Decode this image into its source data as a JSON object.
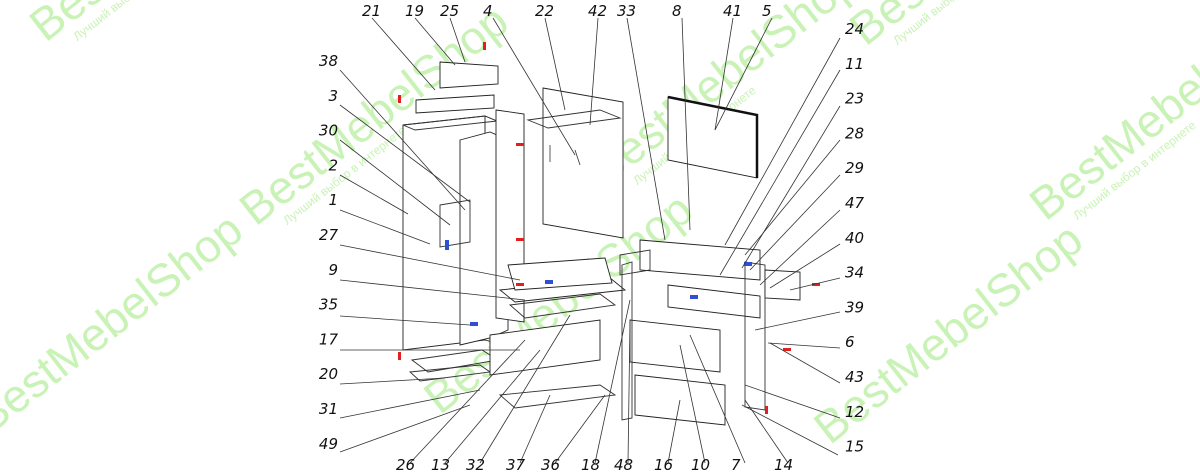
{
  "watermark": {
    "brand": "BestMebelShop",
    "tagline": "Лучший выбор в интернете"
  },
  "callouts_top": [
    "21",
    "19",
    "25",
    "4",
    "22",
    "42",
    "33",
    "8",
    "41",
    "5"
  ],
  "callouts_right": [
    "24",
    "11",
    "23",
    "28",
    "29",
    "47",
    "40",
    "34",
    "39",
    "6",
    "43",
    "12",
    "15"
  ],
  "callouts_left": [
    "38",
    "3",
    "30",
    "2",
    "1",
    "27",
    "9",
    "35",
    "17",
    "20",
    "31",
    "49"
  ],
  "callouts_bottom": [
    "26",
    "13",
    "32",
    "37",
    "36",
    "18",
    "48",
    "16",
    "10",
    "7",
    "14"
  ],
  "colors": {
    "watermark": "#c9f3b6",
    "ink": "#222222",
    "marker_red": "#e02020",
    "marker_blue": "#3050d0"
  }
}
